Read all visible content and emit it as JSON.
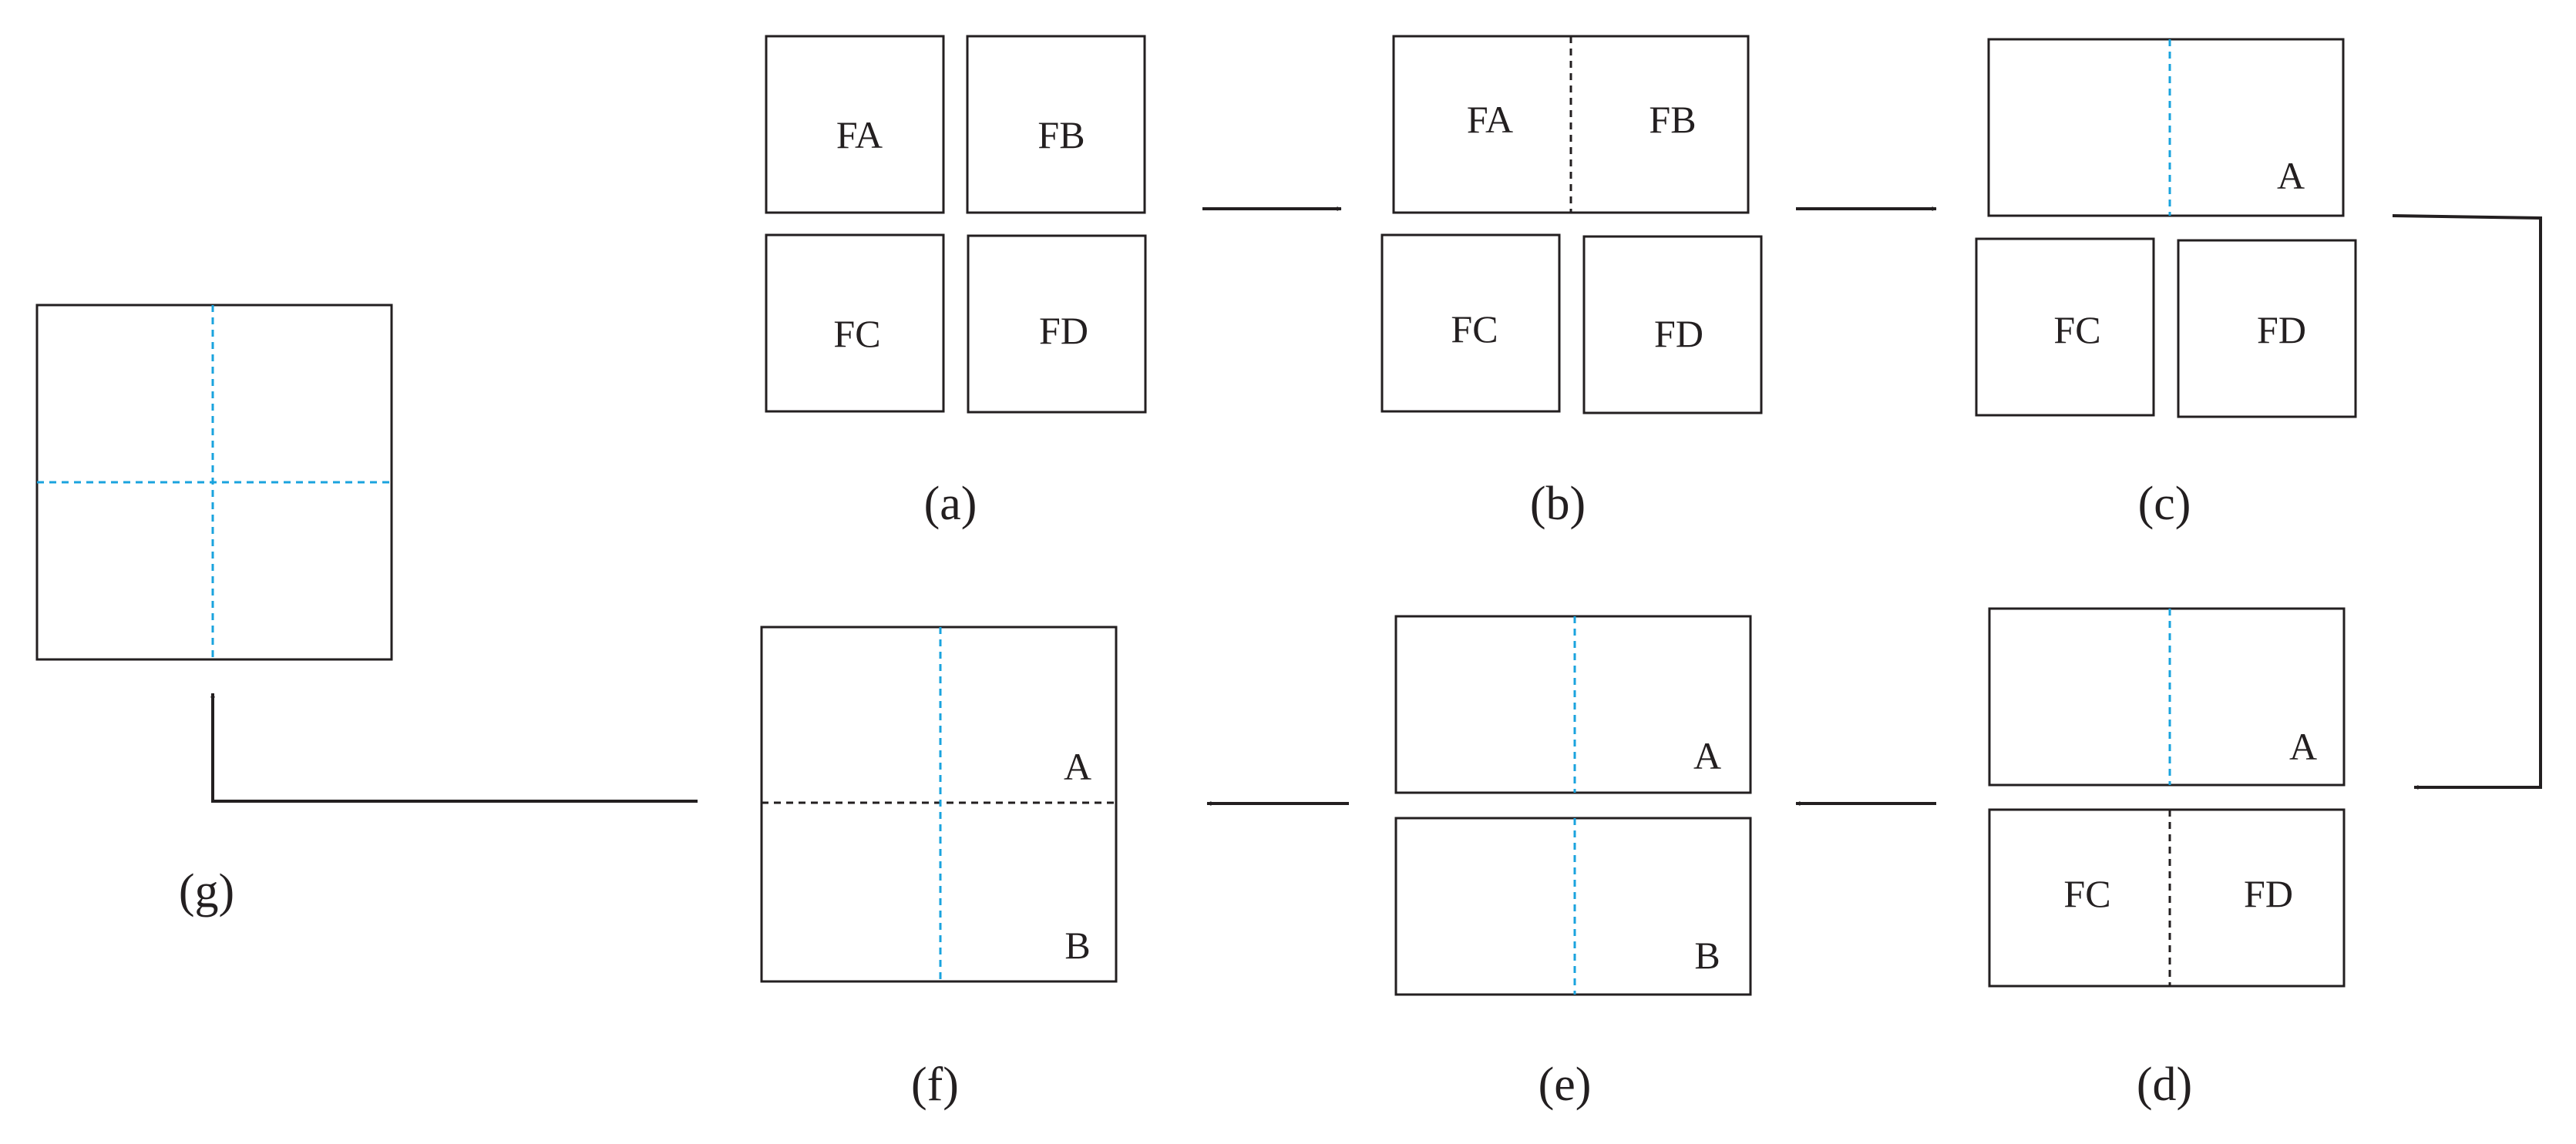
{
  "colors": {
    "stroke": "#231f20",
    "seam_black": "#231f20",
    "seam_blue": "#1aa3de",
    "background": "#ffffff"
  },
  "panels": {
    "a": {
      "caption": "(a)",
      "labels": {
        "fa": "FA",
        "fb": "FB",
        "fc": "FC",
        "fd": "FD"
      }
    },
    "b": {
      "caption": "(b)",
      "labels": {
        "fa": "FA",
        "fb": "FB",
        "fc": "FC",
        "fd": "FD"
      }
    },
    "c": {
      "caption": "(c)",
      "labels": {
        "a": "A",
        "fc": "FC",
        "fd": "FD"
      }
    },
    "d": {
      "caption": "(d)",
      "labels": {
        "a": "A",
        "fc": "FC",
        "fd": "FD"
      }
    },
    "e": {
      "caption": "(e)",
      "labels": {
        "a": "A",
        "b": "B"
      }
    },
    "f": {
      "caption": "(f)",
      "labels": {
        "a": "A",
        "b": "B"
      }
    },
    "g": {
      "caption": "(g)"
    }
  }
}
